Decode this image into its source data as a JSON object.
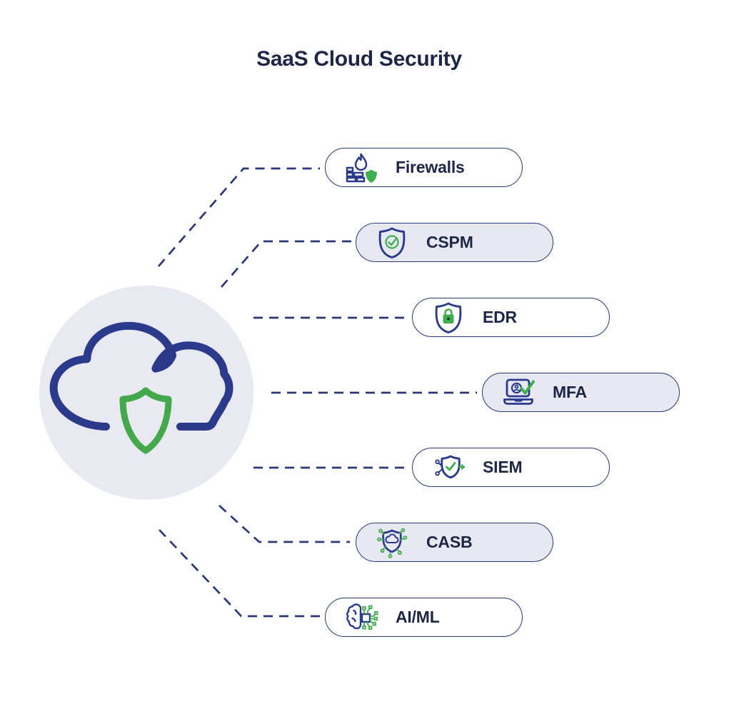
{
  "title": "SaaS Cloud Security",
  "colors": {
    "navy_stroke": "#2a3779",
    "navy_icon": "#2b3a8a",
    "text_dark": "#1e2648",
    "green": "#3fae4c",
    "lavender": "#e8e8f2",
    "white": "#ffffff"
  },
  "hub": {
    "icon": "cloud-shield-icon"
  },
  "nodes": [
    {
      "label": "Firewalls",
      "icon": "firewall-icon",
      "background": "#ffffff"
    },
    {
      "label": "CSPM",
      "icon": "shield-check-icon",
      "background": "#e8e8f2"
    },
    {
      "label": "EDR",
      "icon": "shield-lock-icon",
      "background": "#ffffff"
    },
    {
      "label": "MFA",
      "icon": "laptop-user-check-icon",
      "background": "#e8e8f2"
    },
    {
      "label": "SIEM",
      "icon": "shield-check-arrow-icon",
      "background": "#ffffff"
    },
    {
      "label": "CASB",
      "icon": "shield-cloud-network-icon",
      "background": "#e8e8f2"
    },
    {
      "label": "AI/ML",
      "icon": "brain-chip-icon",
      "background": "#ffffff"
    }
  ]
}
